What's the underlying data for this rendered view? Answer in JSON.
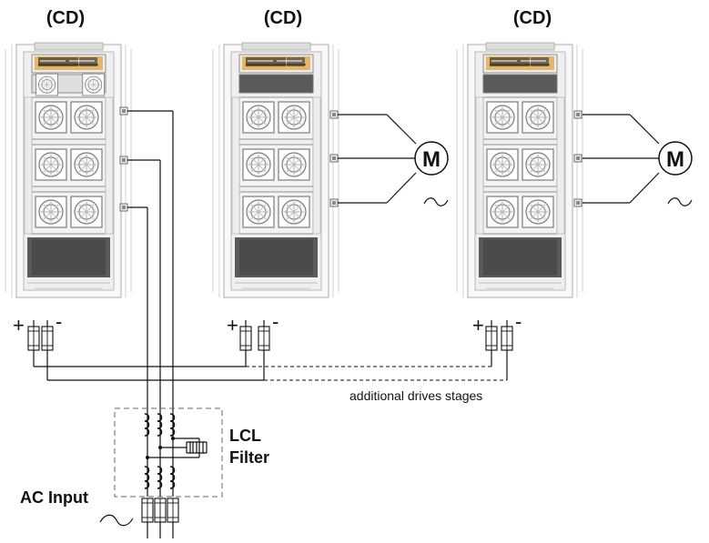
{
  "drives": [
    {
      "label": "(CD)"
    },
    {
      "label": "(CD)"
    },
    {
      "label": "(CD)"
    }
  ],
  "motors": [
    {
      "label": "M"
    },
    {
      "label": "M"
    }
  ],
  "polarity": {
    "plus": "+",
    "minus": "-"
  },
  "additional_drives": "additional drives stages",
  "filter": {
    "line1": "LCL",
    "line2": "Filter"
  },
  "ac_input": "AC Input",
  "colors": {
    "line": "#111111",
    "cabinet_frame": "#d6d6d6",
    "cabinet_frame_dark": "#a9a9a9",
    "panel_dark": "#5a5a5a",
    "panel_light": "#f2f2f2",
    "accent": "#e6a63a"
  }
}
